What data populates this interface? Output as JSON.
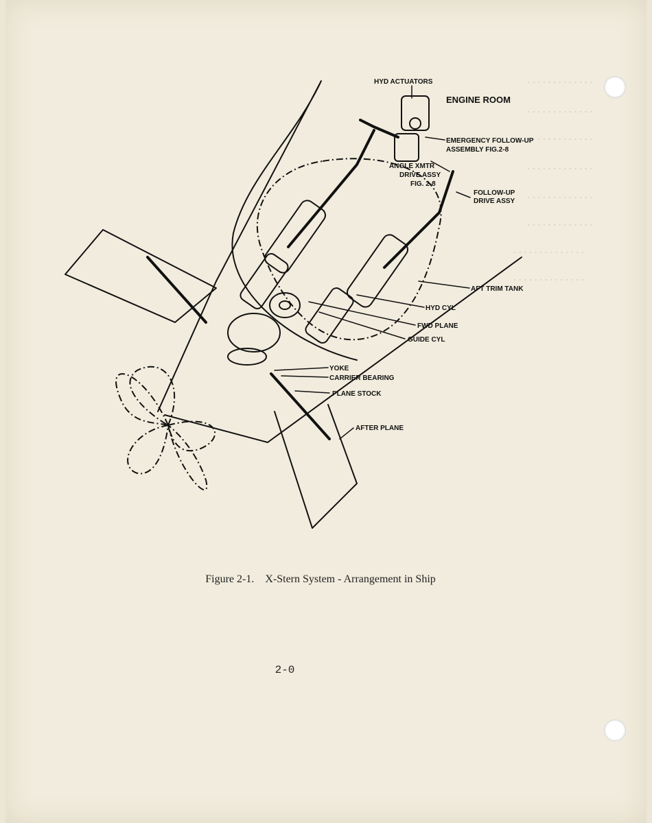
{
  "figure": {
    "labels": {
      "hyd_actuators": "HYD ACTUATORS",
      "engine_room": "ENGINE ROOM",
      "emergency_1": "EMERGENCY FOLLOW-UP",
      "emergency_2": "ASSEMBLY FIG.2-8",
      "angle_1": "ANGLE XMTR",
      "angle_2": "DRIVE ASSY",
      "angle_3": "FIG. 2-8",
      "followup_1": "FOLLOW-UP",
      "followup_2": "DRIVE ASSY",
      "aft_trim_tank": "AFT TRIM TANK",
      "hyd_cyl": "HYD CYL",
      "fwd_plane": "FWD PLANE",
      "guide_cyl": "GUIDE CYL",
      "yoke": "YOKE",
      "carrier_bearing": "CARRIER BEARING",
      "plane_stock": "PLANE STOCK",
      "after_plane": "AFTER PLANE"
    },
    "caption": {
      "number": "Figure 2-1.",
      "title": "X-Stern System - Arrangement in Ship"
    }
  },
  "page_number": "2-0"
}
